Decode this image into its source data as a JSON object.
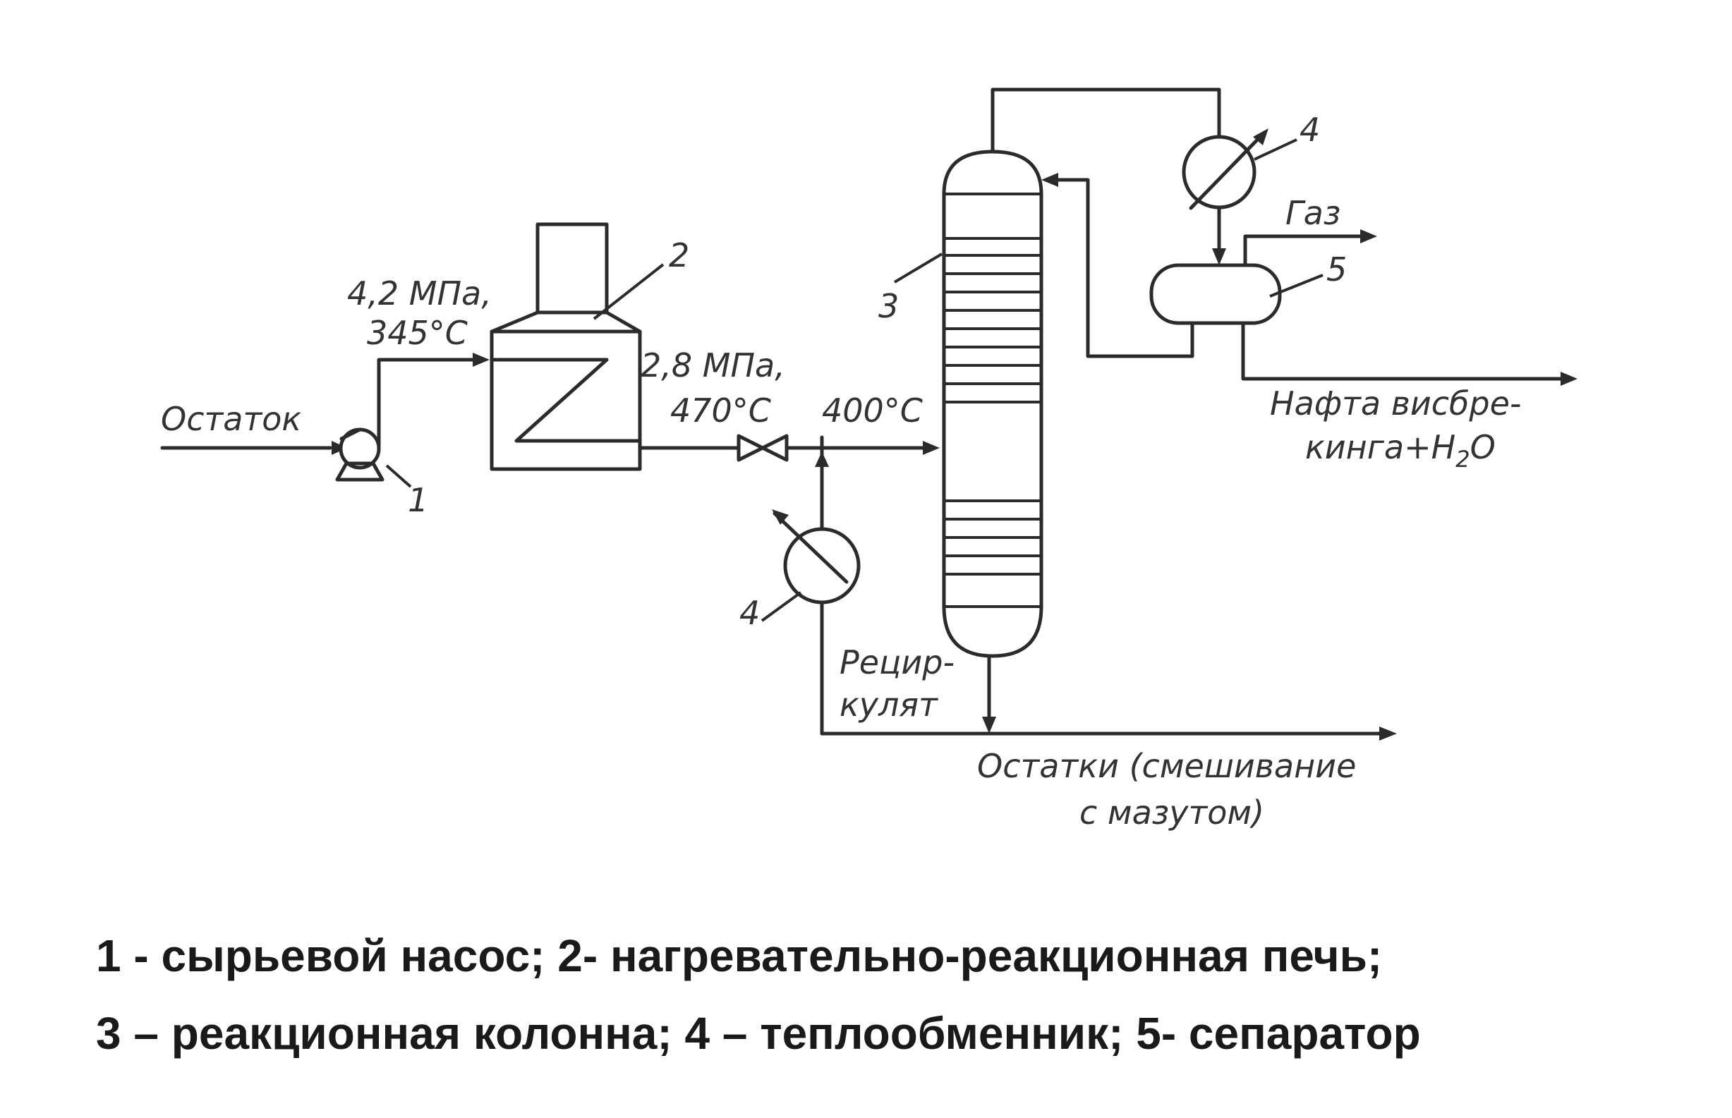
{
  "streams": {
    "feed": "Остаток",
    "pump_outlet_pressure": "4,2 МПа,",
    "pump_outlet_temp": "345°C",
    "furnace_outlet_pressure": "2,8 МПа,",
    "furnace_outlet_temp": "470°C",
    "column_inlet_temp": "400°C",
    "gas": "Газ",
    "naphtha_line1": "Нафта висбре-",
    "naphtha_line2": "кинга",
    "naphtha_water": "+H",
    "naphtha_water_sub": "2",
    "naphtha_water_end": "O",
    "recycle_line1": "Рецир-",
    "recycle_line2": "кулят",
    "residue_line1": "Остатки (смешивание",
    "residue_line2": "с мазутом)"
  },
  "equipment_numbers": {
    "pump": "1",
    "furnace": "2",
    "column": "3",
    "exchanger_top": "4",
    "exchanger_bottom": "4",
    "separator": "5"
  },
  "legend": {
    "line1": "1 -  сырьевой насос; 2- нагревательно-реакционная печь;",
    "line2": "3 – реакционная колонна; 4 – теплообменник; 5- сепаратор"
  }
}
